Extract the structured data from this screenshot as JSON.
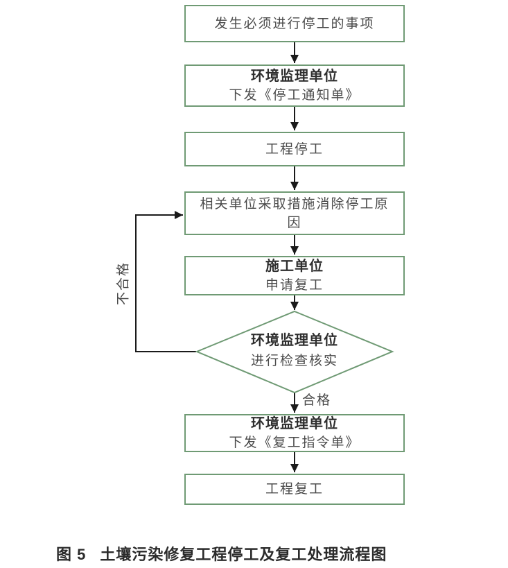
{
  "flowchart": {
    "nodes": [
      {
        "name": "stop-event",
        "text": "发生必须进行停工的事项"
      },
      {
        "name": "supervision-issue-stop-notice",
        "title": "环境监理单位",
        "text": "下发《停工通知单》"
      },
      {
        "name": "project-stop",
        "text": "工程停工"
      },
      {
        "name": "eliminate-stop-cause",
        "text": "相关单位采取措施消除停工原因"
      },
      {
        "name": "contractor-apply-resume",
        "title": "施工单位",
        "text": "申请复工"
      },
      {
        "name": "decision-inspect-verify",
        "title": "环境监理单位",
        "text": "进行检查核实"
      },
      {
        "name": "supervision-issue-resume-order",
        "title": "环境监理单位",
        "text": "下发《复工指令单》"
      },
      {
        "name": "project-resume",
        "text": "工程复工"
      }
    ],
    "edge_labels": {
      "pass": "合格",
      "fail": "不合格"
    },
    "colors": {
      "node_border": "#6f9a74",
      "connector": "#1a1a1a",
      "node_fill": "#ffffff",
      "text": "#4a4a4a",
      "bold_text": "#2e2e2e"
    }
  },
  "caption": {
    "prefix": "图 5",
    "title": "土壤污染修复工程停工及复工处理流程图"
  }
}
